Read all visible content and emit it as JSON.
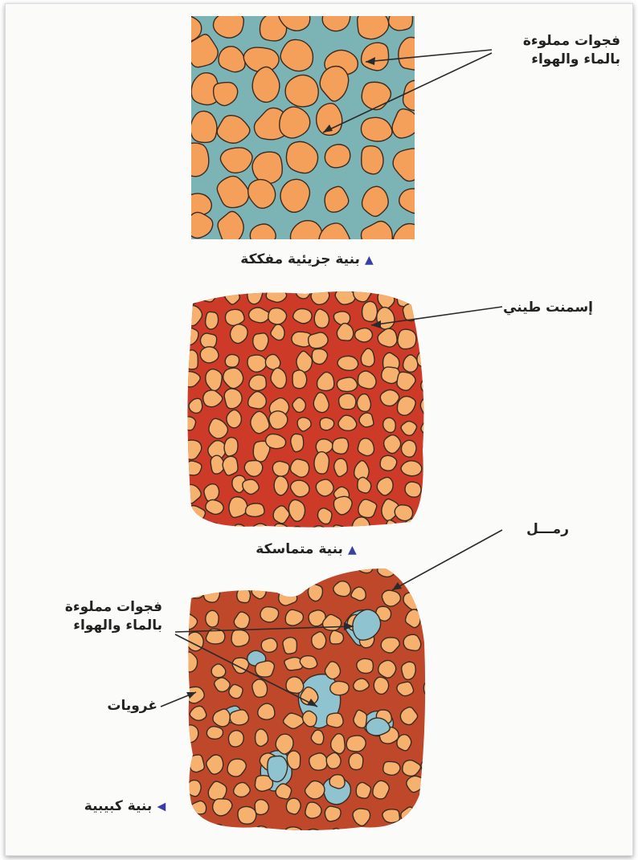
{
  "panels": [
    {
      "caption": "بنية جزيئية مفككة",
      "annotations": [
        {
          "lines": [
            "فجوات مملوءة",
            "بالماء والهواء"
          ]
        }
      ],
      "colors": {
        "fill": "#7cb4b6",
        "particle": "#f4a05a"
      }
    },
    {
      "caption": "بنية متماسكة",
      "annotations": [
        {
          "lines": [
            "إسمنت طيني"
          ]
        }
      ],
      "colors": {
        "fill": "#cd3a27",
        "particle": "#f6b16e"
      }
    },
    {
      "caption": "بنية كبيبية",
      "annotations": [
        {
          "lines": [
            "رمـــل"
          ]
        },
        {
          "lines": [
            "فجوات مملوءة",
            "بالماء والهواء"
          ]
        },
        {
          "lines": [
            "غرويات"
          ]
        }
      ],
      "colors": {
        "fill": "#c0482a",
        "particle": "#f6b16e",
        "pore": "#8fc3cf"
      }
    }
  ],
  "caption_marker": "▲"
}
